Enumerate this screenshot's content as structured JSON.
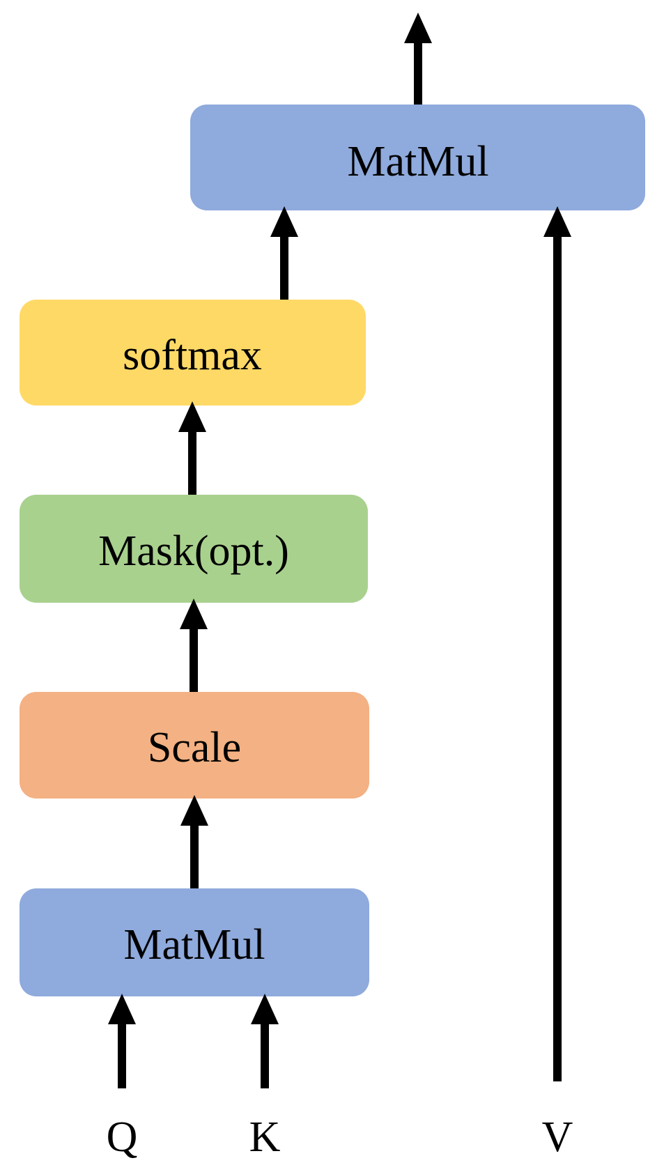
{
  "diagram": {
    "nodes": {
      "matmul_top": {
        "label": "MatMul",
        "color": "#8faadc"
      },
      "softmax": {
        "label": "softmax",
        "color": "#ffd966"
      },
      "mask": {
        "label": "Mask(opt.)",
        "color": "#a9d18e"
      },
      "scale": {
        "label": "Scale",
        "color": "#f4b183"
      },
      "matmul_bottom": {
        "label": "MatMul",
        "color": "#8faadc"
      }
    },
    "inputs": {
      "q": "Q",
      "k": "K",
      "v": "V"
    },
    "edges": [
      {
        "from": "Q",
        "to": "MatMul"
      },
      {
        "from": "K",
        "to": "MatMul"
      },
      {
        "from": "MatMul",
        "to": "Scale"
      },
      {
        "from": "Scale",
        "to": "Mask(opt.)"
      },
      {
        "from": "Mask(opt.)",
        "to": "softmax"
      },
      {
        "from": "softmax",
        "to": "MatMul"
      },
      {
        "from": "V",
        "to": "MatMul"
      },
      {
        "from": "MatMul",
        "to": "output"
      }
    ]
  }
}
